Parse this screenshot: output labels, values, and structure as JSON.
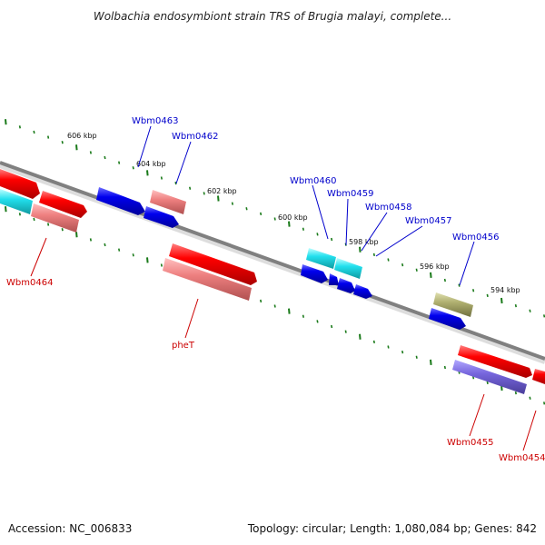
{
  "title": "Wolbachia endosymbiont strain TRS of Brugia malayi, complete...",
  "accession": "Accession: NC_006833",
  "summary": "Topology: circular; Length: 1,080,084 bp; Genes: 842",
  "colors": {
    "backbone": "#808080",
    "tick": "#1a7a1a",
    "forward_gene": "#ff0000",
    "forward_other": "#ee8888",
    "reverse_gene": "#0000ee",
    "other_cyan": "#22e0ee",
    "other_olive": "#b0b070",
    "other_purple": "#7766dd",
    "label_blue": "#0000cc",
    "label_red": "#cc0000"
  },
  "ticks": [
    {
      "label": "606 kbp"
    },
    {
      "label": "604 kbp"
    },
    {
      "label": "602 kbp"
    },
    {
      "label": "600 kbp"
    },
    {
      "label": "598 kbp"
    },
    {
      "label": "596 kbp"
    },
    {
      "label": "594 kbp"
    }
  ],
  "gene_labels": [
    {
      "name": "Wbm0463",
      "strand": "reverse"
    },
    {
      "name": "Wbm0462",
      "strand": "reverse"
    },
    {
      "name": "Wbm0460",
      "strand": "reverse"
    },
    {
      "name": "Wbm0459",
      "strand": "reverse"
    },
    {
      "name": "Wbm0458",
      "strand": "reverse"
    },
    {
      "name": "Wbm0457",
      "strand": "reverse"
    },
    {
      "name": "Wbm0456",
      "strand": "reverse"
    },
    {
      "name": "Wbm0464",
      "strand": "forward"
    },
    {
      "name": "pheT",
      "strand": "forward"
    },
    {
      "name": "Wbm0455",
      "strand": "forward"
    },
    {
      "name": "Wbm0454",
      "strand": "forward"
    }
  ]
}
